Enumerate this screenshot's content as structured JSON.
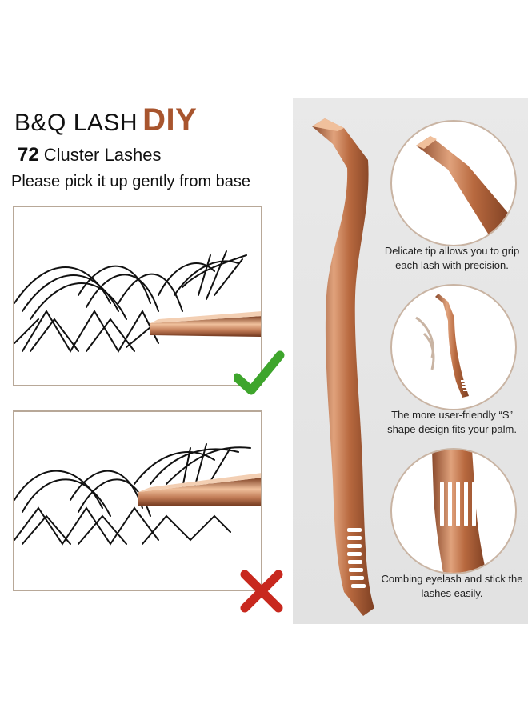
{
  "header": {
    "brand": "B&Q LASH",
    "brand_accent": "DIY",
    "count": "72",
    "product": "Cluster Lashes",
    "instruction": "Please pick it up gently from base"
  },
  "examples": {
    "correct_icon": "check-mark-icon",
    "wrong_icon": "cross-mark-icon",
    "correct_color": "#3ea52c",
    "wrong_color": "#c8281e"
  },
  "features": [
    {
      "icon": "tweezer-tip-icon",
      "caption": "Delicate tip allows you to grip each lash with precision."
    },
    {
      "icon": "s-shape-tweezer-icon",
      "caption": "The more user-friendly “S” shape design fits your palm."
    },
    {
      "icon": "comb-icon",
      "caption": "Combing eyelash and stick the lashes easily."
    }
  ],
  "colors": {
    "accent": "#a8552e",
    "rose_gold": "#c07a55",
    "panel": "#e6e6e6"
  }
}
